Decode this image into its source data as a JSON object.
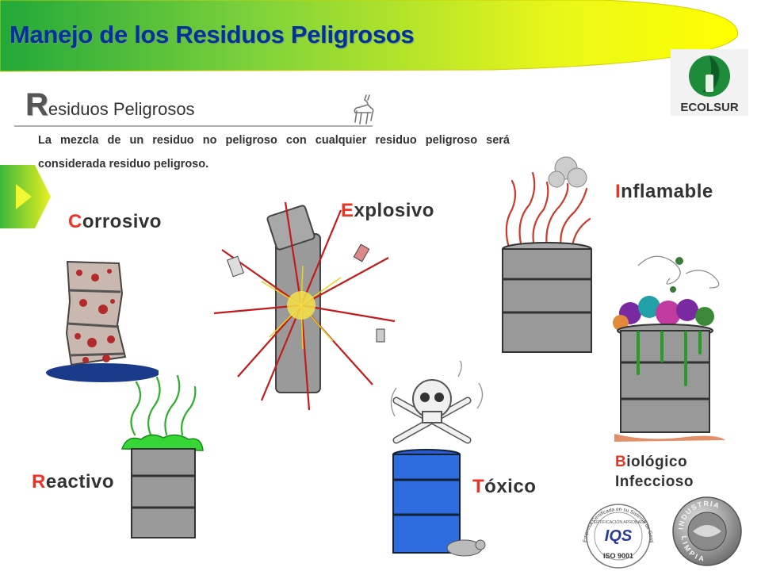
{
  "header": {
    "title": "Manejo de los  Residuos Peligrosos",
    "logo_text": "ECOLSUR",
    "banner_colors": {
      "left": "#2fb52f",
      "right": "#ffff00"
    }
  },
  "section": {
    "subtitle_initial": "R",
    "subtitle_rest": "esiduos Peligrosos",
    "intro": "La mezcla de un residuo no peligroso con cualquier residuo peligroso será considerada residuo peligroso."
  },
  "categories": {
    "corrosivo": {
      "initial": "C",
      "rest": "orrosivo"
    },
    "explosivo": {
      "initial": "E",
      "rest": "xplosivo"
    },
    "inflamable": {
      "initial": "I",
      "rest": "nflamable"
    },
    "reactivo": {
      "initial": "R",
      "rest": "eactivo"
    },
    "toxico": {
      "initial": "T",
      "rest": "óxico"
    },
    "biologico": {
      "initial": "B",
      "rest": "iológico",
      "line2": "Infeccioso"
    }
  },
  "seals": {
    "iqs": {
      "brand": "IQS",
      "text_top": "Empresa Certificada en su Sistema de Gestión de Calidad",
      "text_mid": "CERTIFICACIÓN APROBADA",
      "code": "ISO 9001"
    },
    "industria": {
      "top": "INDUSTRIA",
      "bottom": "LIMPIA"
    }
  },
  "colors": {
    "title": "#003399",
    "accent_initial": "#ee3322",
    "text": "#333333"
  }
}
